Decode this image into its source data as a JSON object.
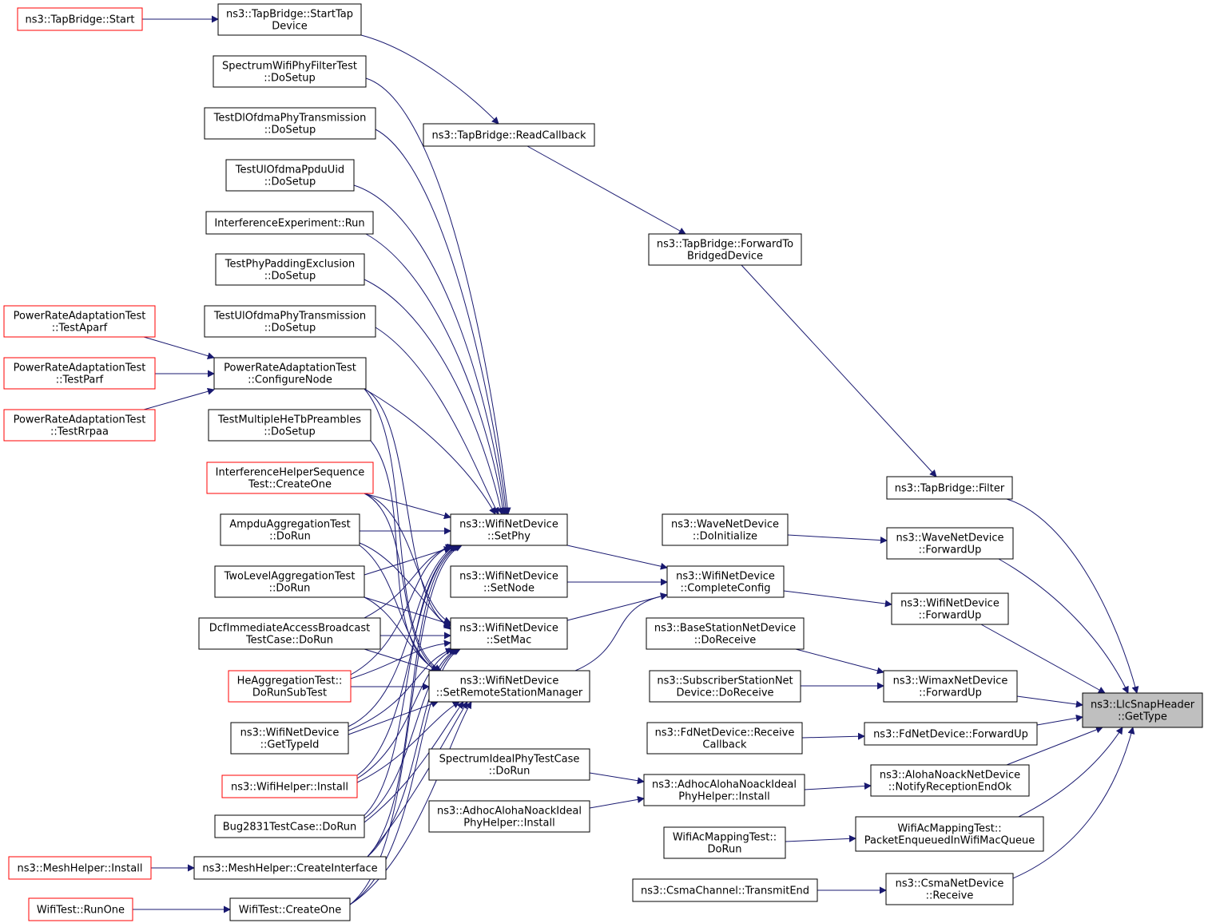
{
  "title": "ns3::LlcSnapHeader::GetType",
  "colors": {
    "edge": "#191970",
    "truncated_border": "#ff0000",
    "normal_border": "#000000",
    "target_fill": "#bfbfbf"
  },
  "nodes": {
    "tapbridge_start": {
      "lines": [
        "ns3::TapBridge::Start"
      ]
    },
    "tapbridge_starttapdevice": {
      "lines": [
        "ns3::TapBridge::StartTap",
        "Device"
      ]
    },
    "spectrum_filter_test": {
      "lines": [
        "SpectrumWifiPhyFilterTest",
        "::DoSetup"
      ]
    },
    "test_dl_ofdma": {
      "lines": [
        "TestDlOfdmaPhyTransmission",
        "::DoSetup"
      ]
    },
    "test_ul_ppdu": {
      "lines": [
        "TestUlOfdmaPpduUid",
        "::DoSetup"
      ]
    },
    "interference_experiment": {
      "lines": [
        "InterferenceExperiment::Run"
      ]
    },
    "test_phy_padding": {
      "lines": [
        "TestPhyPaddingExclusion",
        "::DoSetup"
      ]
    },
    "test_ul_ofdma_tx": {
      "lines": [
        "TestUlOfdmaPhyTransmission",
        "::DoSetup"
      ]
    },
    "pra_aparf": {
      "lines": [
        "PowerRateAdaptationTest",
        "::TestAparf"
      ]
    },
    "pra_parf": {
      "lines": [
        "PowerRateAdaptationTest",
        "::TestParf"
      ]
    },
    "pra_rrpaa": {
      "lines": [
        "PowerRateAdaptationTest",
        "::TestRrpaa"
      ]
    },
    "pra_configure": {
      "lines": [
        "PowerRateAdaptationTest",
        "::ConfigureNode"
      ]
    },
    "test_multi_hetb": {
      "lines": [
        "TestMultipleHeTbPreambles",
        "::DoSetup"
      ]
    },
    "interference_seq": {
      "lines": [
        "InterferenceHelperSequence",
        "Test::CreateOne"
      ]
    },
    "ampdu_agg": {
      "lines": [
        "AmpduAggregationTest",
        "::DoRun"
      ]
    },
    "two_level_agg": {
      "lines": [
        "TwoLevelAggregationTest",
        "::DoRun"
      ]
    },
    "dcf_broadcast": {
      "lines": [
        "DcfImmediateAccessBroadcast",
        "TestCase::DoRun"
      ]
    },
    "he_agg": {
      "lines": [
        "HeAggregationTest::",
        "DoRunSubTest"
      ]
    },
    "wifi_gettypeid": {
      "lines": [
        "ns3::WifiNetDevice",
        "::GetTypeId"
      ]
    },
    "wifihelper_install": {
      "lines": [
        "ns3::WifiHelper::Install"
      ]
    },
    "bug2831": {
      "lines": [
        "Bug2831TestCase::DoRun"
      ]
    },
    "meshhelper_install": {
      "lines": [
        "ns3::MeshHelper::Install"
      ]
    },
    "meshhelper_createif": {
      "lines": [
        "ns3::MeshHelper::CreateInterface"
      ]
    },
    "wifitest_runone": {
      "lines": [
        "WifiTest::RunOne"
      ]
    },
    "wifitest_createone": {
      "lines": [
        "WifiTest::CreateOne"
      ]
    },
    "tapbridge_readcb": {
      "lines": [
        "ns3::TapBridge::ReadCallback"
      ]
    },
    "tapbridge_fwdbridged": {
      "lines": [
        "ns3::TapBridge::ForwardTo",
        "BridgedDevice"
      ]
    },
    "wifi_setphy": {
      "lines": [
        "ns3::WifiNetDevice",
        "::SetPhy"
      ]
    },
    "wifi_setnode": {
      "lines": [
        "ns3::WifiNetDevice",
        "::SetNode"
      ]
    },
    "wifi_setmac": {
      "lines": [
        "ns3::WifiNetDevice",
        "::SetMac"
      ]
    },
    "wifi_setrsm": {
      "lines": [
        "ns3::WifiNetDevice",
        "::SetRemoteStationManager"
      ]
    },
    "spectrum_ideal": {
      "lines": [
        "SpectrumIdealPhyTestCase",
        "::DoRun"
      ]
    },
    "adhoc_install_left": {
      "lines": [
        "ns3::AdhocAlohaNoackIdeal",
        "PhyHelper::Install"
      ]
    },
    "wave_doinit": {
      "lines": [
        "ns3::WaveNetDevice",
        "::DoInitialize"
      ]
    },
    "wifi_completeconfig": {
      "lines": [
        "ns3::WifiNetDevice",
        "::CompleteConfig"
      ]
    },
    "bs_doreceive": {
      "lines": [
        "ns3::BaseStationNetDevice",
        "::DoReceive"
      ]
    },
    "ss_doreceive": {
      "lines": [
        "ns3::SubscriberStationNet",
        "Device::DoReceive"
      ]
    },
    "fd_receivecb": {
      "lines": [
        "ns3::FdNetDevice::Receive",
        "Callback"
      ]
    },
    "adhoc_install_mid": {
      "lines": [
        "ns3::AdhocAlohaNoackIdeal",
        "PhyHelper::Install"
      ]
    },
    "wifiac_dorun": {
      "lines": [
        "WifiAcMappingTest::",
        "DoRun"
      ]
    },
    "csma_transmitend": {
      "lines": [
        "ns3::CsmaChannel::TransmitEnd"
      ]
    },
    "tapbridge_filter": {
      "lines": [
        "ns3::TapBridge::Filter"
      ]
    },
    "wave_fwdup": {
      "lines": [
        "ns3::WaveNetDevice",
        "::ForwardUp"
      ]
    },
    "wifi_fwdup": {
      "lines": [
        "ns3::WifiNetDevice",
        "::ForwardUp"
      ]
    },
    "wimax_fwdup": {
      "lines": [
        "ns3::WimaxNetDevice",
        "::ForwardUp"
      ]
    },
    "fd_fwdup": {
      "lines": [
        "ns3::FdNetDevice::ForwardUp"
      ]
    },
    "aloha_notify": {
      "lines": [
        "ns3::AlohaNoackNetDevice",
        "::NotifyReceptionEndOk"
      ]
    },
    "wifiac_enqueued": {
      "lines": [
        "WifiAcMappingTest::",
        "PacketEnqueuedInWifiMacQueue"
      ]
    },
    "csma_receive": {
      "lines": [
        "ns3::CsmaNetDevice",
        "::Receive"
      ]
    },
    "llc_gettype": {
      "lines": [
        "ns3::LlcSnapHeader",
        "::GetType"
      ]
    }
  }
}
